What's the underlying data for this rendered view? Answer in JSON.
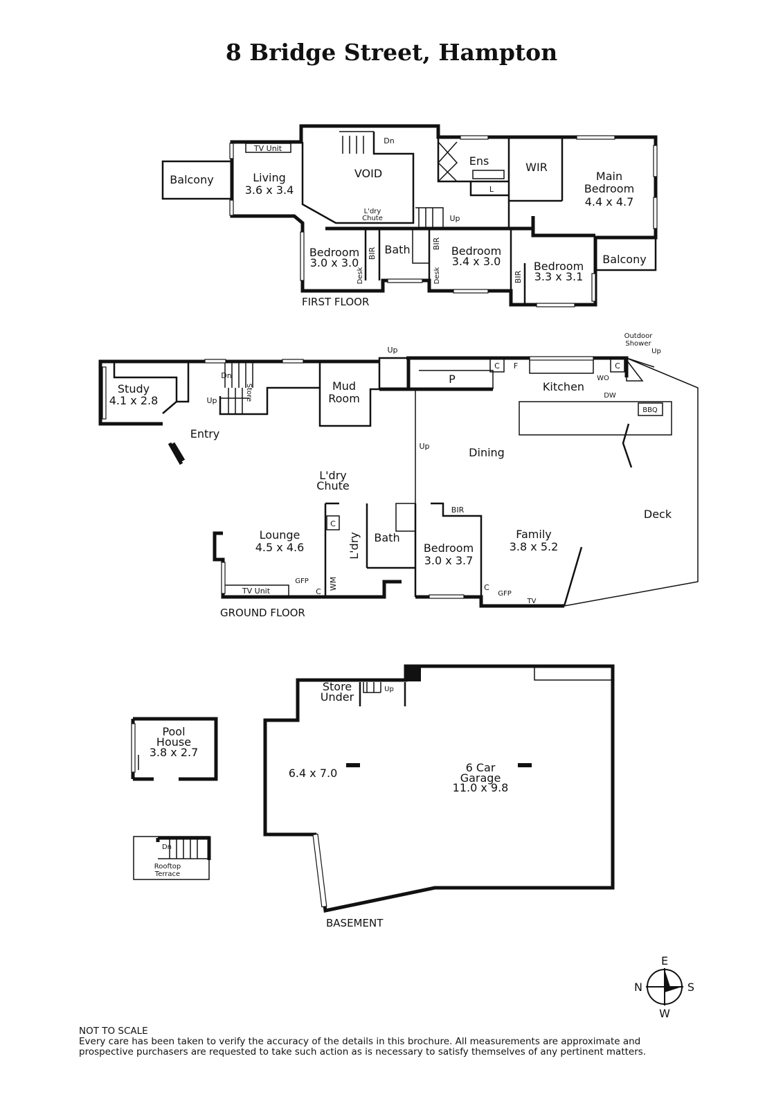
{
  "title": "8 Bridge Street, Hampton",
  "first_floor": {
    "label": "FIRST FLOOR",
    "rooms": {
      "balcony_left": "Balcony",
      "living": "Living",
      "living_dims": "3.6 x 3.4",
      "tv_unit": "TV Unit",
      "void": "VOID",
      "dn": "Dn",
      "ens": "Ens",
      "l": "L",
      "wir": "WIR",
      "main_bedroom_1": "Main",
      "main_bedroom_2": "Bedroom",
      "main_bedroom_dims": "4.4 x 4.7",
      "ldry_chute_1": "L'dry",
      "ldry_chute_2": "Chute",
      "up": "Up",
      "bedroom_a": "Bedroom",
      "bedroom_a_dims": "3.0 x 3.0",
      "bir_a": "BIR",
      "desk_a": "Desk",
      "bath": "Bath",
      "bir_b": "BIR",
      "desk_b": "Desk",
      "bedroom_b": "Bedroom",
      "bedroom_b_dims": "3.4 x 3.0",
      "bir_c": "BIR",
      "bedroom_c": "Bedroom",
      "bedroom_c_dims": "3.3 x 3.1",
      "balcony_right": "Balcony"
    }
  },
  "ground_floor": {
    "label": "GROUND FLOOR",
    "rooms": {
      "study": "Study",
      "study_dims": "4.1 x 2.8",
      "dn": "Dn",
      "up_stairs": "Up",
      "store": "Store",
      "entry": "Entry",
      "mud_1": "Mud",
      "mud_2": "Room",
      "up_mud": "Up",
      "p": "P",
      "c1": "C",
      "f": "F",
      "kitchen": "Kitchen",
      "wo": "WO",
      "c2": "C",
      "outdoor_shower_1": "Outdoor",
      "outdoor_shower_2": "Shower",
      "up_shower": "Up",
      "dw": "DW",
      "bbq": "BBQ",
      "up_dining": "Up",
      "dining": "Dining",
      "deck": "Deck",
      "ldry_chute_1": "L'dry",
      "ldry_chute_2": "Chute",
      "lounge": "Lounge",
      "lounge_dims": "4.5 x 4.6",
      "c3": "C",
      "ldry": "L'dry",
      "wm": "WM",
      "bath": "Bath",
      "bir": "BIR",
      "bedroom": "Bedroom",
      "bedroom_dims": "3.0 x 3.7",
      "family": "Family",
      "family_dims": "3.8 x 5.2",
      "tv_unit": "TV Unit",
      "gfp1": "GFP",
      "c4": "C",
      "c5": "C",
      "gfp2": "GFP",
      "tv": "TV"
    }
  },
  "basement": {
    "label": "BASEMENT",
    "store_1": "Store",
    "store_2": "Under",
    "up": "Up",
    "garage_small_dims": "6.4 x 7.0",
    "garage_1": "6 Car",
    "garage_2": "Garage",
    "garage_dims": "11.0 x 9.8"
  },
  "pool_house": {
    "name_1": "Pool",
    "name_2": "House",
    "dims": "3.8 x 2.7"
  },
  "rooftop": {
    "dn": "Dn",
    "name_1": "Rooftop",
    "name_2": "Terrace"
  },
  "compass": {
    "n": "N",
    "e": "E",
    "s": "S",
    "w": "W"
  },
  "disclaimer": {
    "heading": "NOT TO SCALE",
    "line1": "Every care has been taken to verify the accuracy of the details in this brochure. All measurements are approximate and",
    "line2": "prospective purchasers are requested to take such action as is necessary to satisfy themselves of any pertinent matters."
  }
}
